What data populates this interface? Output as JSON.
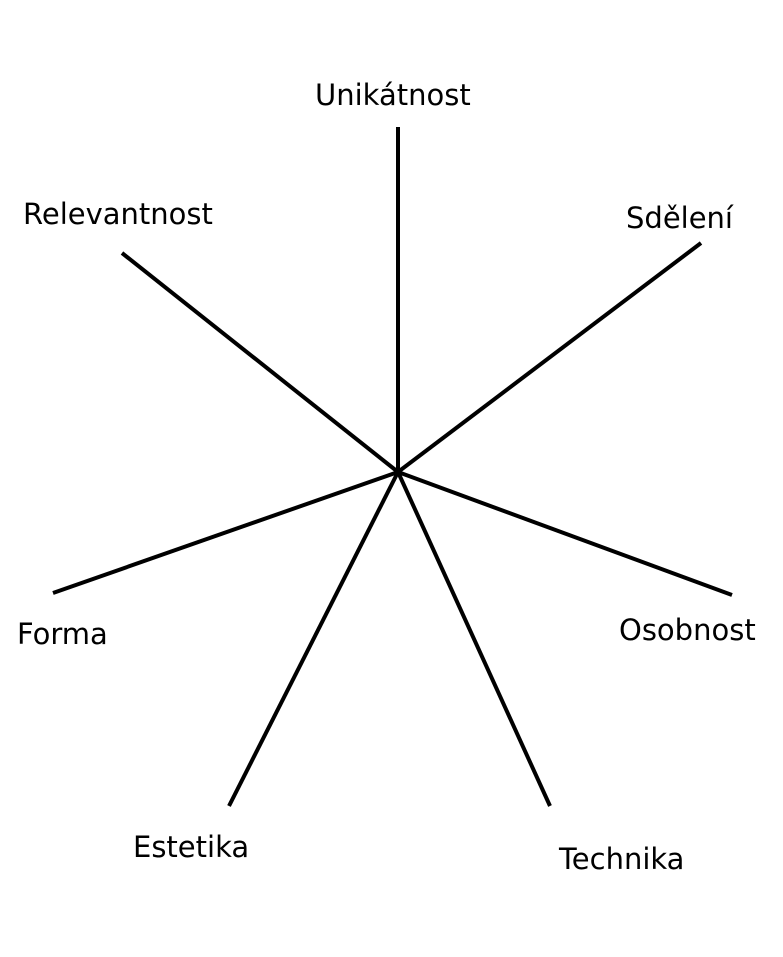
{
  "diagram": {
    "axes": [
      {
        "label": "Unikátnost"
      },
      {
        "label": "Sdělení"
      },
      {
        "label": "Osobnost"
      },
      {
        "label": "Technika"
      },
      {
        "label": "Estetika"
      },
      {
        "label": "Forma"
      },
      {
        "label": "Relevantnost"
      }
    ],
    "colors": {
      "line": "#000000",
      "text": "#000000",
      "background": "#ffffff"
    }
  }
}
